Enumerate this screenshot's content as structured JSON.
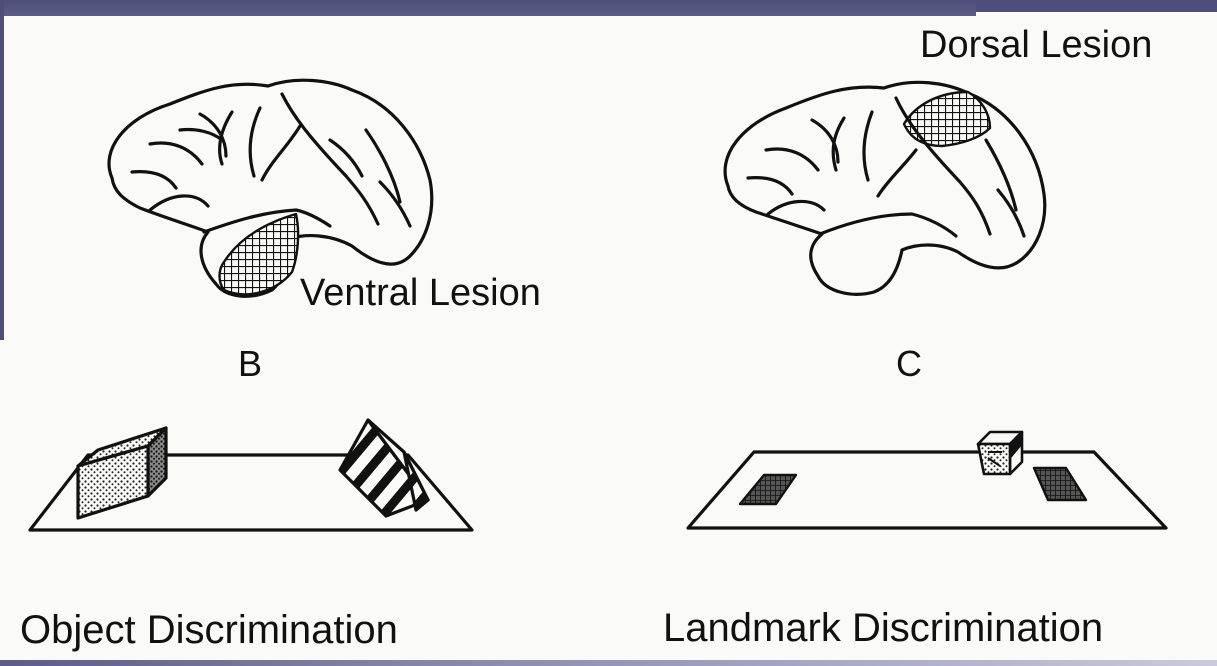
{
  "labels": {
    "dorsal": "Dorsal Lesion",
    "ventral": "Ventral Lesion",
    "panel_b": "B",
    "panel_c": "C",
    "object_task": "Object Discrimination",
    "landmark_task": "Landmark Discrimination"
  },
  "colors": {
    "frame": "#4d4f7a",
    "ink": "#111111",
    "paper": "#fafaf8"
  }
}
